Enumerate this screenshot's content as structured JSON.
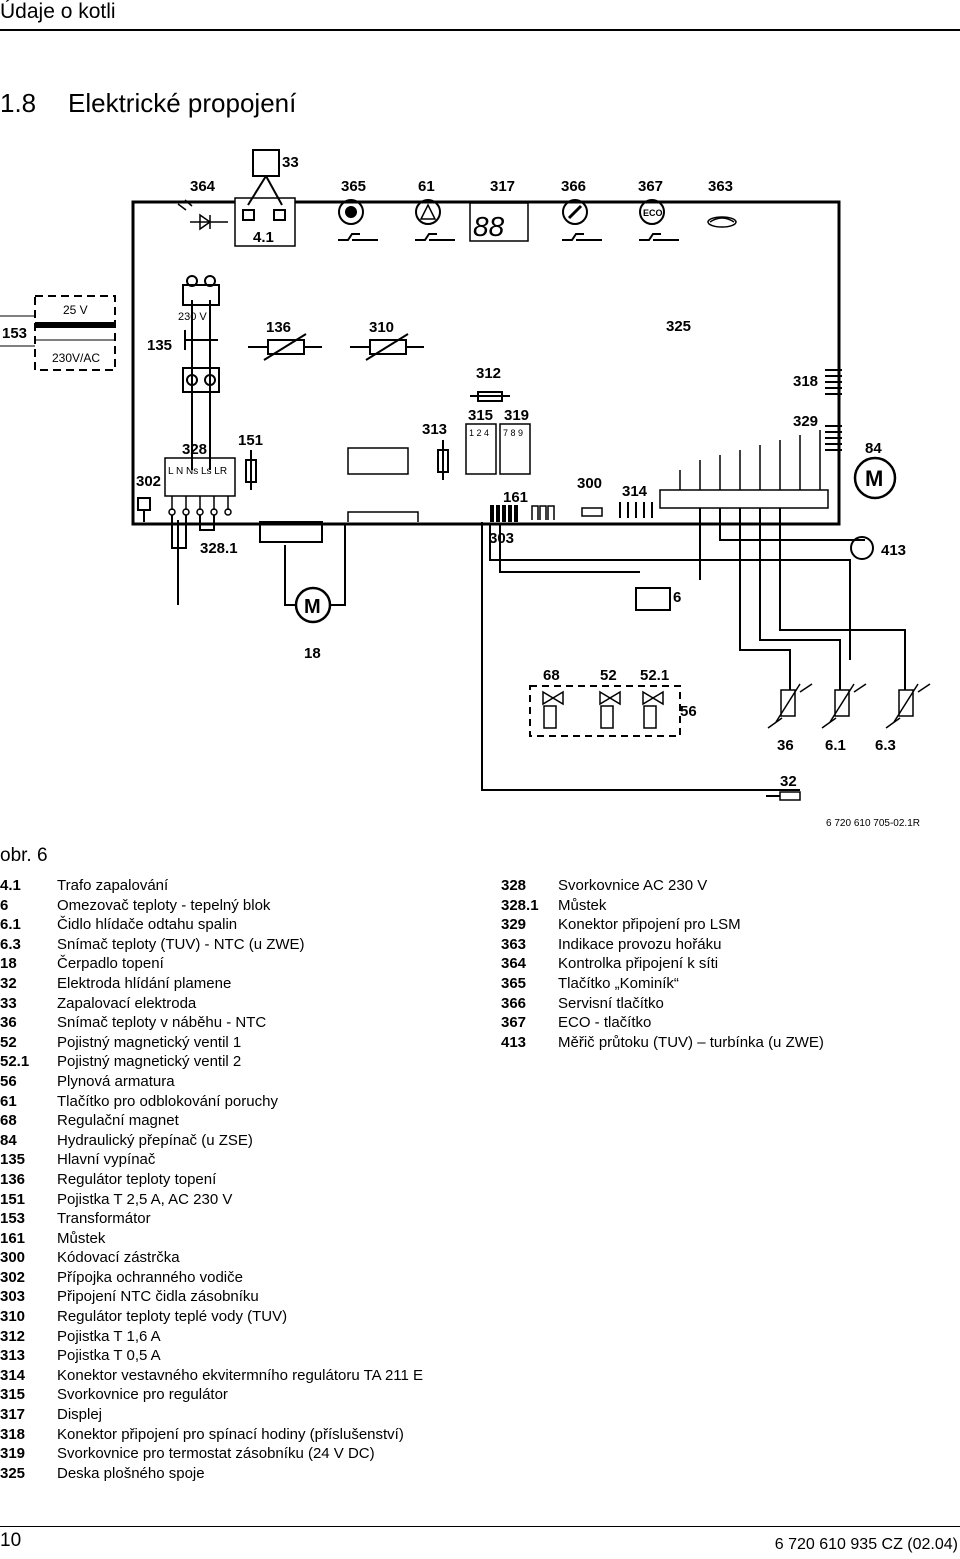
{
  "header": {
    "title": "Údaje o kotli"
  },
  "section": {
    "number": "1.8",
    "title": "Elektrické propojení"
  },
  "figure": {
    "label": "obr. 6",
    "ref_code": "6 720 610 705-02.1R",
    "diagram_labels": {
      "l364": "364",
      "l33": "33",
      "l365": "365",
      "l61": "61",
      "l317": "317",
      "l366": "366",
      "l367": "367",
      "l363": "363",
      "l41": "4.1",
      "eco": "ECO",
      "display": "88",
      "l153": "153",
      "v25": "25 V",
      "v230ac": "230V/AC",
      "v230": "230 V",
      "l135": "135",
      "l136": "136",
      "l310": "310",
      "l325": "325",
      "l312": "312",
      "l318": "318",
      "l313": "313",
      "l315": "315",
      "l319": "319",
      "pins315": "1 2 4",
      "pins319": "7 8 9",
      "l329": "329",
      "l84": "84",
      "m": "M",
      "l328": "328",
      "l151": "151",
      "l302": "302",
      "term328": "L  N Ns Ls LR",
      "l300": "300",
      "l314": "314",
      "l161": "161",
      "l303": "303",
      "l3281": "328.1",
      "l413": "413",
      "l6": "6",
      "l18": "18",
      "l68": "68",
      "l52": "52",
      "l521": "52.1",
      "l56": "56",
      "l36": "36",
      "l61b": "6.1",
      "l63": "6.3",
      "l32": "32"
    }
  },
  "legend_left": [
    {
      "key": "4.1",
      "text": "Trafo zapalování"
    },
    {
      "key": "6",
      "text": "Omezovač teploty - tepelný blok"
    },
    {
      "key": "6.1",
      "text": "Čidlo hlídače odtahu spalin"
    },
    {
      "key": "6.3",
      "text": "Snímač teploty (TUV) - NTC (u ZWE)"
    },
    {
      "key": "18",
      "text": "Čerpadlo topení"
    },
    {
      "key": "32",
      "text": "Elektroda hlídání plamene"
    },
    {
      "key": "33",
      "text": "Zapalovací elektroda"
    },
    {
      "key": "36",
      "text": "Snímač teploty v náběhu - NTC"
    },
    {
      "key": "52",
      "text": "Pojistný magnetický ventil 1"
    },
    {
      "key": "52.1",
      "text": "Pojistný magnetický ventil 2"
    },
    {
      "key": "56",
      "text": "Plynová armatura"
    },
    {
      "key": "61",
      "text": "Tlačítko pro odblokování poruchy"
    },
    {
      "key": "68",
      "text": "Regulační magnet"
    },
    {
      "key": "84",
      "text": "Hydraulický přepínač (u ZSE)"
    },
    {
      "key": "135",
      "text": "Hlavní vypínač"
    },
    {
      "key": "136",
      "text": "Regulátor teploty topení"
    },
    {
      "key": "151",
      "text": "Pojistka T 2,5 A, AC 230 V"
    },
    {
      "key": "153",
      "text": "Transformátor"
    },
    {
      "key": "161",
      "text": "Můstek"
    },
    {
      "key": "300",
      "text": "Kódovací zástrčka"
    },
    {
      "key": "302",
      "text": "Přípojka ochranného vodiče"
    },
    {
      "key": "303",
      "text": "Připojení NTC čidla zásobníku"
    },
    {
      "key": "310",
      "text": "Regulátor teploty teplé vody (TUV)"
    },
    {
      "key": "312",
      "text": "Pojistka T 1,6 A"
    },
    {
      "key": "313",
      "text": "Pojistka T 0,5 A"
    },
    {
      "key": "314",
      "text": "Konektor vestavného ekvitermního regulátoru TA 211 E"
    },
    {
      "key": "315",
      "text": "Svorkovnice pro regulátor"
    },
    {
      "key": "317",
      "text": "Displej"
    },
    {
      "key": "318",
      "text": "Konektor připojení pro spínací hodiny (příslušenství)"
    },
    {
      "key": "319",
      "text": "Svorkovnice pro termostat zásobníku (24 V DC)"
    },
    {
      "key": "325",
      "text": "Deska plošného spoje"
    }
  ],
  "legend_right": [
    {
      "key": "328",
      "text": "Svorkovnice AC 230 V"
    },
    {
      "key": "328.1",
      "text": "Můstek"
    },
    {
      "key": "329",
      "text": "Konektor připojení pro LSM"
    },
    {
      "key": "363",
      "text": "Indikace provozu hořáku"
    },
    {
      "key": "364",
      "text": "Kontrolka připojení k síti"
    },
    {
      "key": "365",
      "text": "Tlačítko „Kominík“"
    },
    {
      "key": "366",
      "text": "Servisní tlačítko"
    },
    {
      "key": "367",
      "text": "ECO - tlačítko"
    },
    {
      "key": "413",
      "text": "Měřič průtoku (TUV) – turbínka (u ZWE)"
    }
  ],
  "footer": {
    "page": "10",
    "doc_code": "6 720 610 935 CZ (02.04)"
  }
}
